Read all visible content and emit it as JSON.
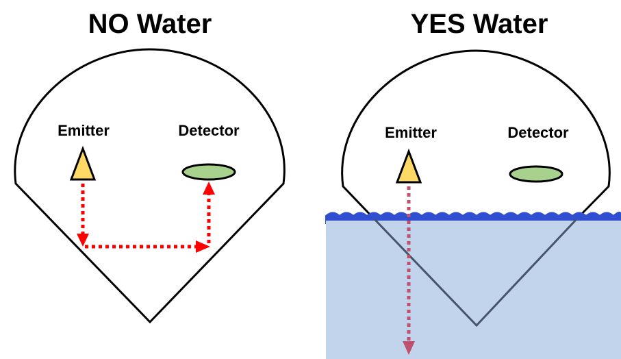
{
  "panels": {
    "left": {
      "title": "NO Water",
      "emitter_label": "Emitter",
      "detector_label": "Detector"
    },
    "right": {
      "title": "YES Water",
      "emitter_label": "Emitter",
      "detector_label": "Detector"
    }
  },
  "colors": {
    "outline": "#000000",
    "emitter_fill": "#ffd966",
    "detector_fill": "#a9d18e",
    "beam_dry": "#ff0000",
    "beam_wet": "#c0506e",
    "water_fill": "#c2d3ec",
    "water_surface": "#2f4fd0",
    "submerged_outline": "#44546a"
  }
}
